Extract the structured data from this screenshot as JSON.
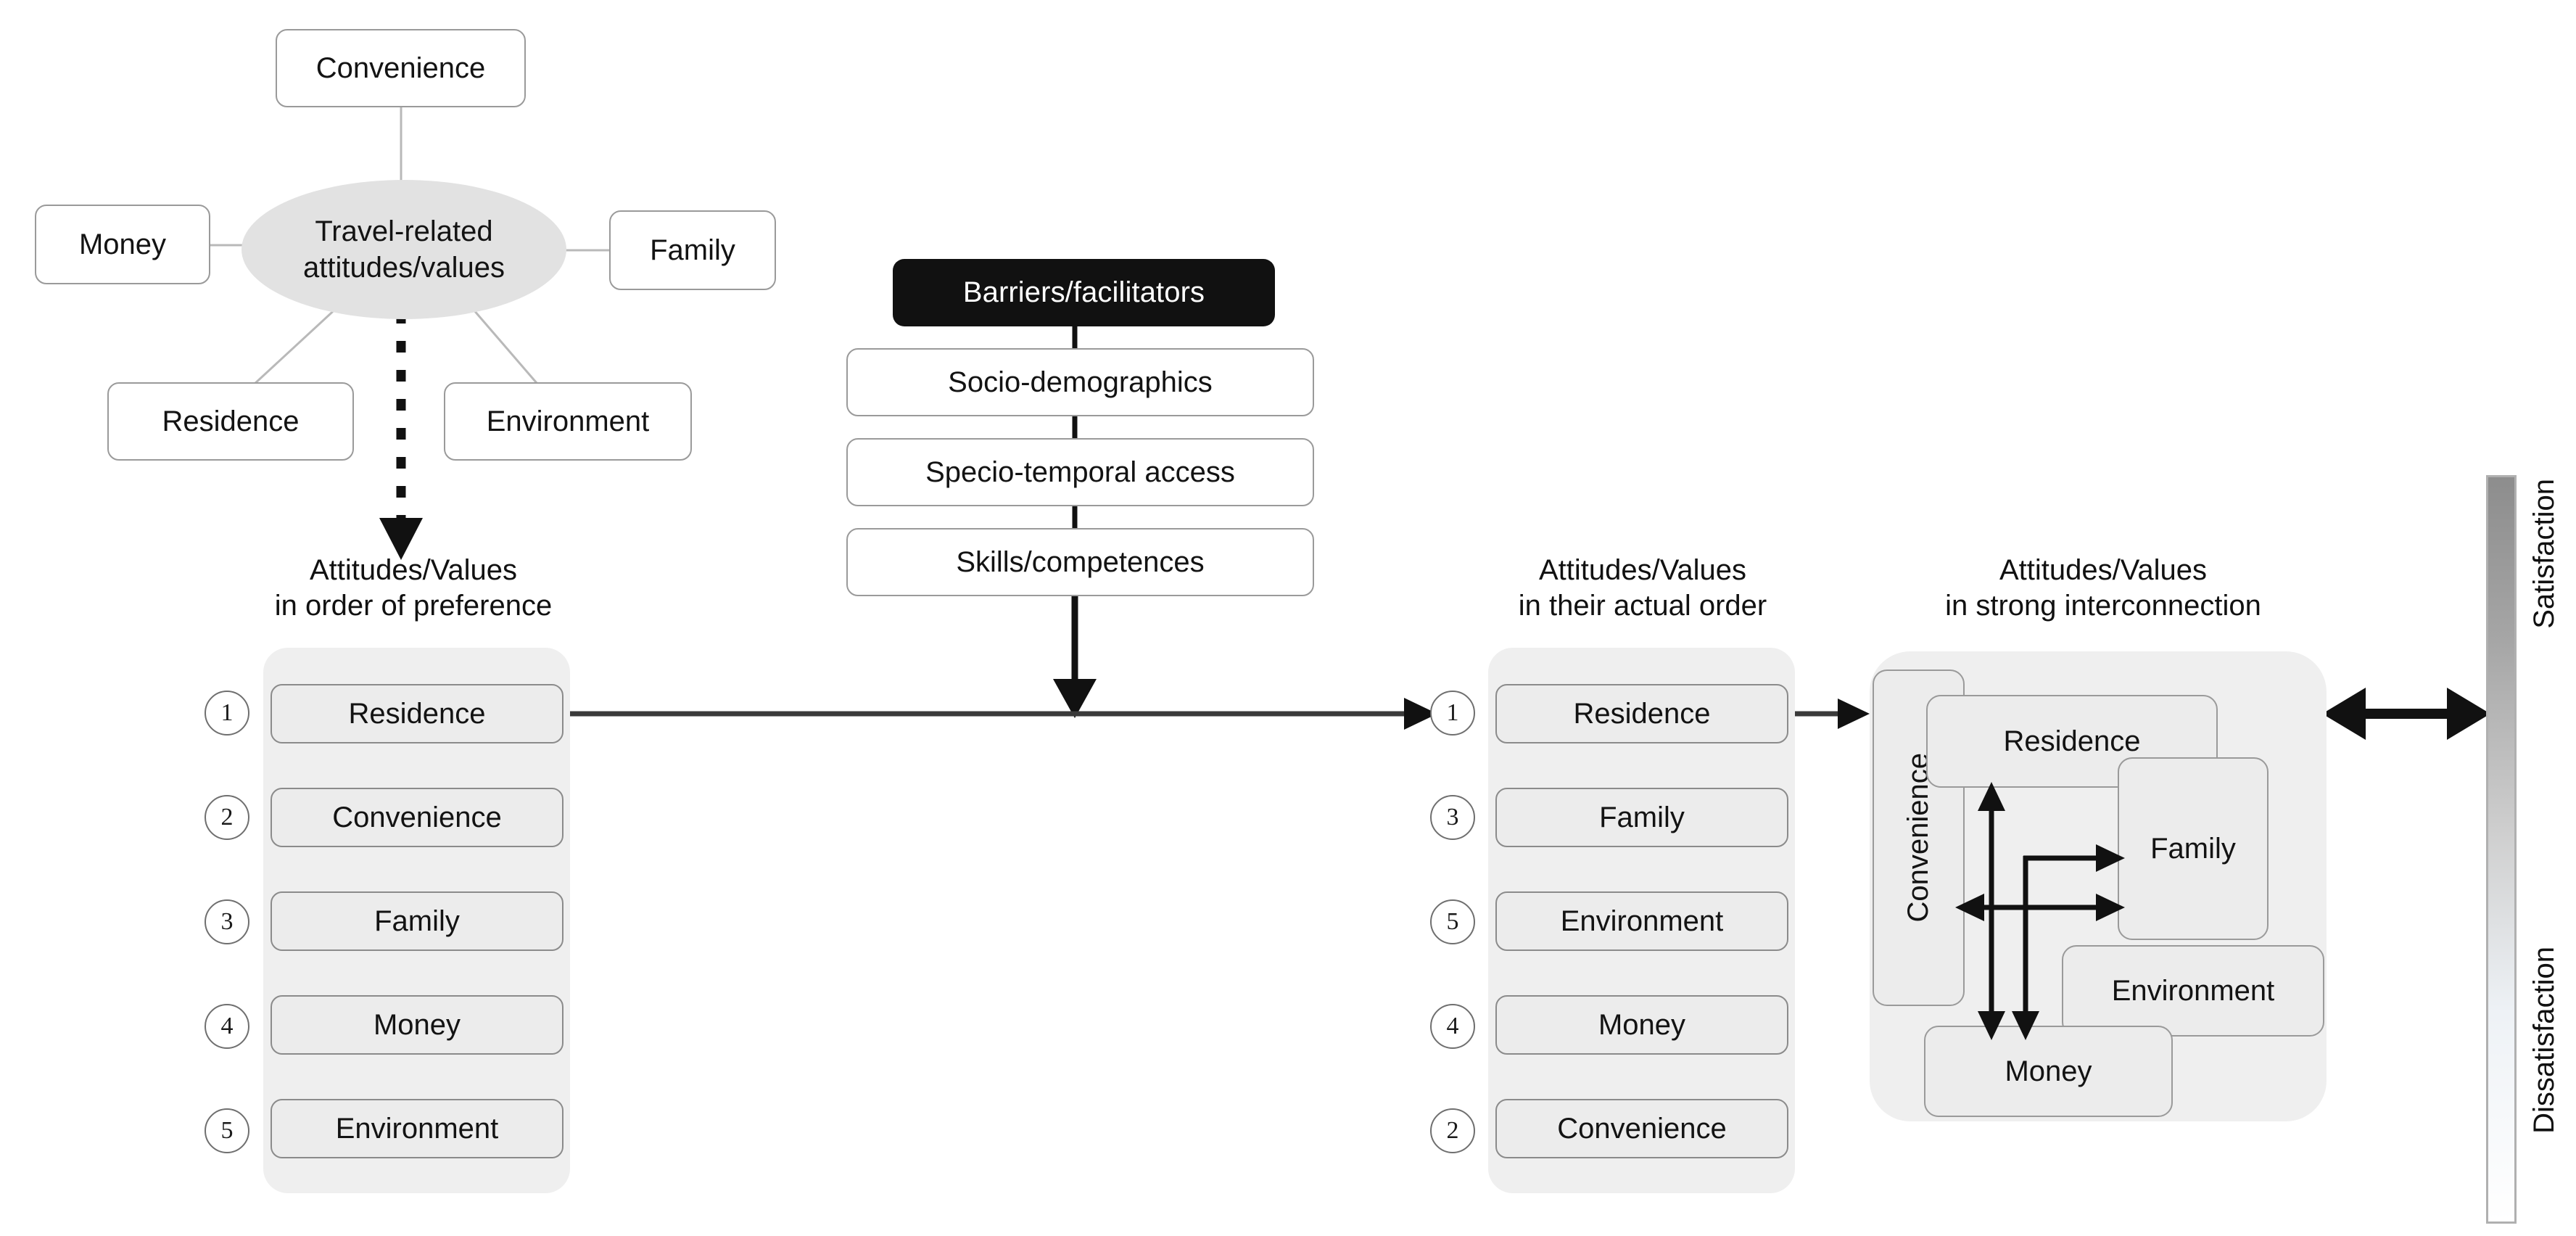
{
  "mindmap": {
    "center_label": "Travel-related\nattitudes/values",
    "center_line1": "Travel-related",
    "center_line2": "attitudes/values",
    "nodes": {
      "top": "Convenience",
      "left": "Money",
      "right": "Family",
      "bottom_left": "Residence",
      "bottom_right": "Environment"
    }
  },
  "barriers": {
    "header": "Barriers/facilitators",
    "items": [
      "Socio-demographics",
      "Specio-temporal access",
      "Skills/competences"
    ]
  },
  "preference_list": {
    "title_line1": "Attitudes/Values",
    "title_line2": "in order of preference",
    "items": [
      {
        "rank": "1",
        "label": "Residence"
      },
      {
        "rank": "2",
        "label": "Convenience"
      },
      {
        "rank": "3",
        "label": "Family"
      },
      {
        "rank": "4",
        "label": "Money"
      },
      {
        "rank": "5",
        "label": "Environment"
      }
    ]
  },
  "actual_list": {
    "title_line1": "Attitudes/Values",
    "title_line2": "in their actual order",
    "items": [
      {
        "rank": "1",
        "label": "Residence"
      },
      {
        "rank": "3",
        "label": "Family"
      },
      {
        "rank": "5",
        "label": "Environment"
      },
      {
        "rank": "4",
        "label": "Money"
      },
      {
        "rank": "2",
        "label": "Convenience"
      }
    ]
  },
  "interconnection": {
    "title_line1": "Attitudes/Values",
    "title_line2": "in strong interconnection",
    "boxes": {
      "convenience": "Convenience",
      "residence": "Residence",
      "family": "Family",
      "environment": "Environment",
      "money": "Money"
    }
  },
  "scale": {
    "top_label": "Satisfaction",
    "bottom_label": "Dissatisfaction",
    "gradient_top": "#8d8d8d",
    "gradient_bottom": "#ffffff"
  },
  "colors": {
    "accent_black": "#111111",
    "panel_gray": "#efefef",
    "node_border": "#9a9a9a",
    "ellipse_fill": "#e2e2e2"
  }
}
